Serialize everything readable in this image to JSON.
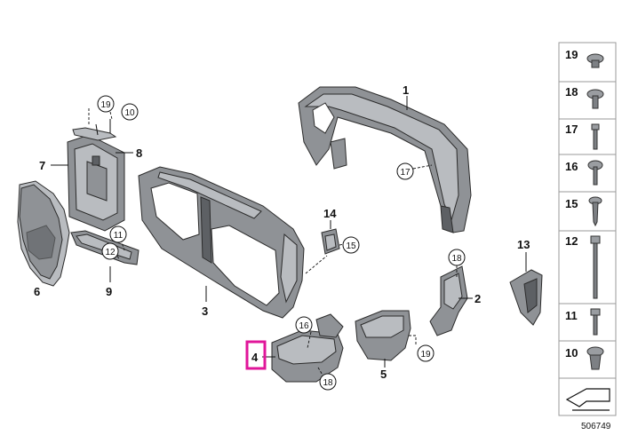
{
  "callouts": {
    "p1": "1",
    "p2": "2",
    "p3": "3",
    "p4": "4",
    "p5": "5",
    "p6": "6",
    "p7": "7",
    "p8": "8",
    "p9": "9",
    "p13": "13",
    "p14": "14"
  },
  "circles": {
    "c19_top": "19",
    "c10_top": "10",
    "c11_mid": "11",
    "c12_mid": "12",
    "c17_frame": "17",
    "c15_bracket": "15",
    "c18_right": "18",
    "c16_duct": "16",
    "c18_bottom": "18",
    "c19_bottom": "19"
  },
  "fastener_tray": [
    {
      "number": "19",
      "icon": "nut-cap-icon"
    },
    {
      "number": "18",
      "icon": "flange-nut-bolt-icon"
    },
    {
      "number": "17",
      "icon": "stud-bolt-icon"
    },
    {
      "number": "16",
      "icon": "washer-screw-icon"
    },
    {
      "number": "15",
      "icon": "self-tapping-screw-icon"
    },
    {
      "number": "12",
      "icon": "long-bolt-icon"
    },
    {
      "number": "11",
      "icon": "hex-bolt-icon"
    },
    {
      "number": "10",
      "icon": "clip-screw-icon"
    }
  ],
  "document_number": "506749"
}
